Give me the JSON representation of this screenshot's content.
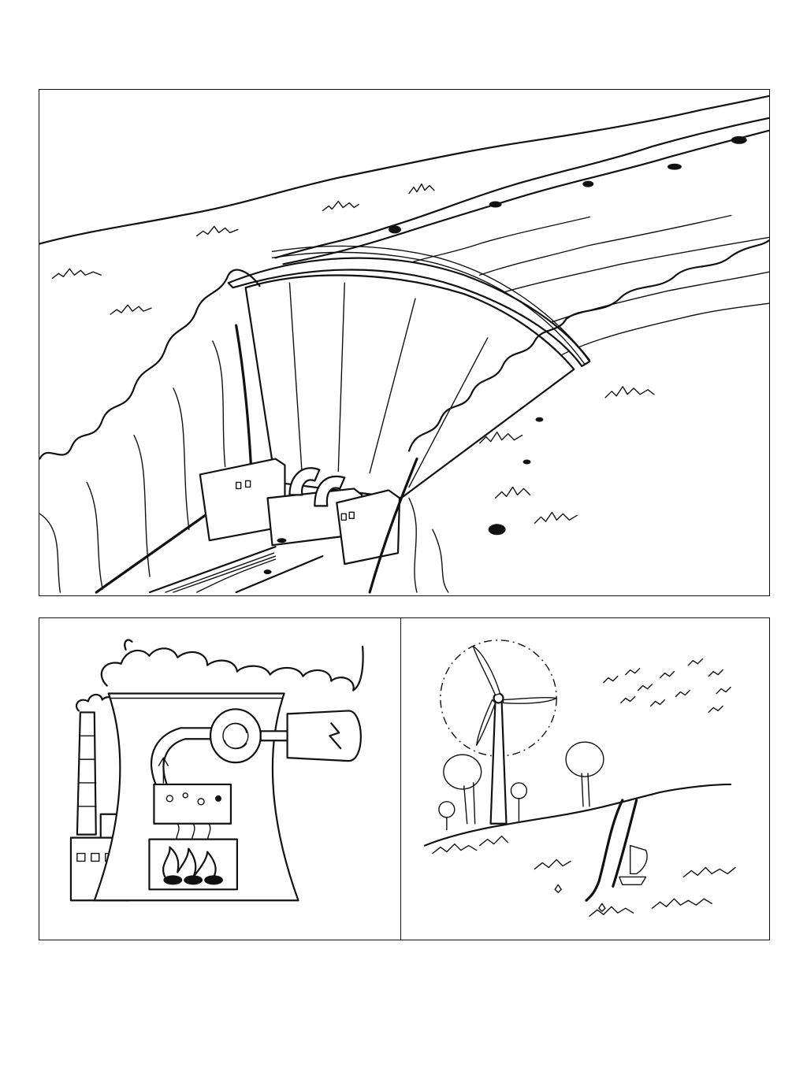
{
  "page": {
    "background": "#ffffff",
    "ink_color": "#111111"
  },
  "panels": [
    {
      "id": "dam",
      "subject": "hydroelectric-dam-illustration"
    },
    {
      "id": "thermal",
      "subject": "thermal-power-plant-illustration"
    },
    {
      "id": "wind",
      "subject": "wind-turbine-landscape-illustration"
    }
  ]
}
